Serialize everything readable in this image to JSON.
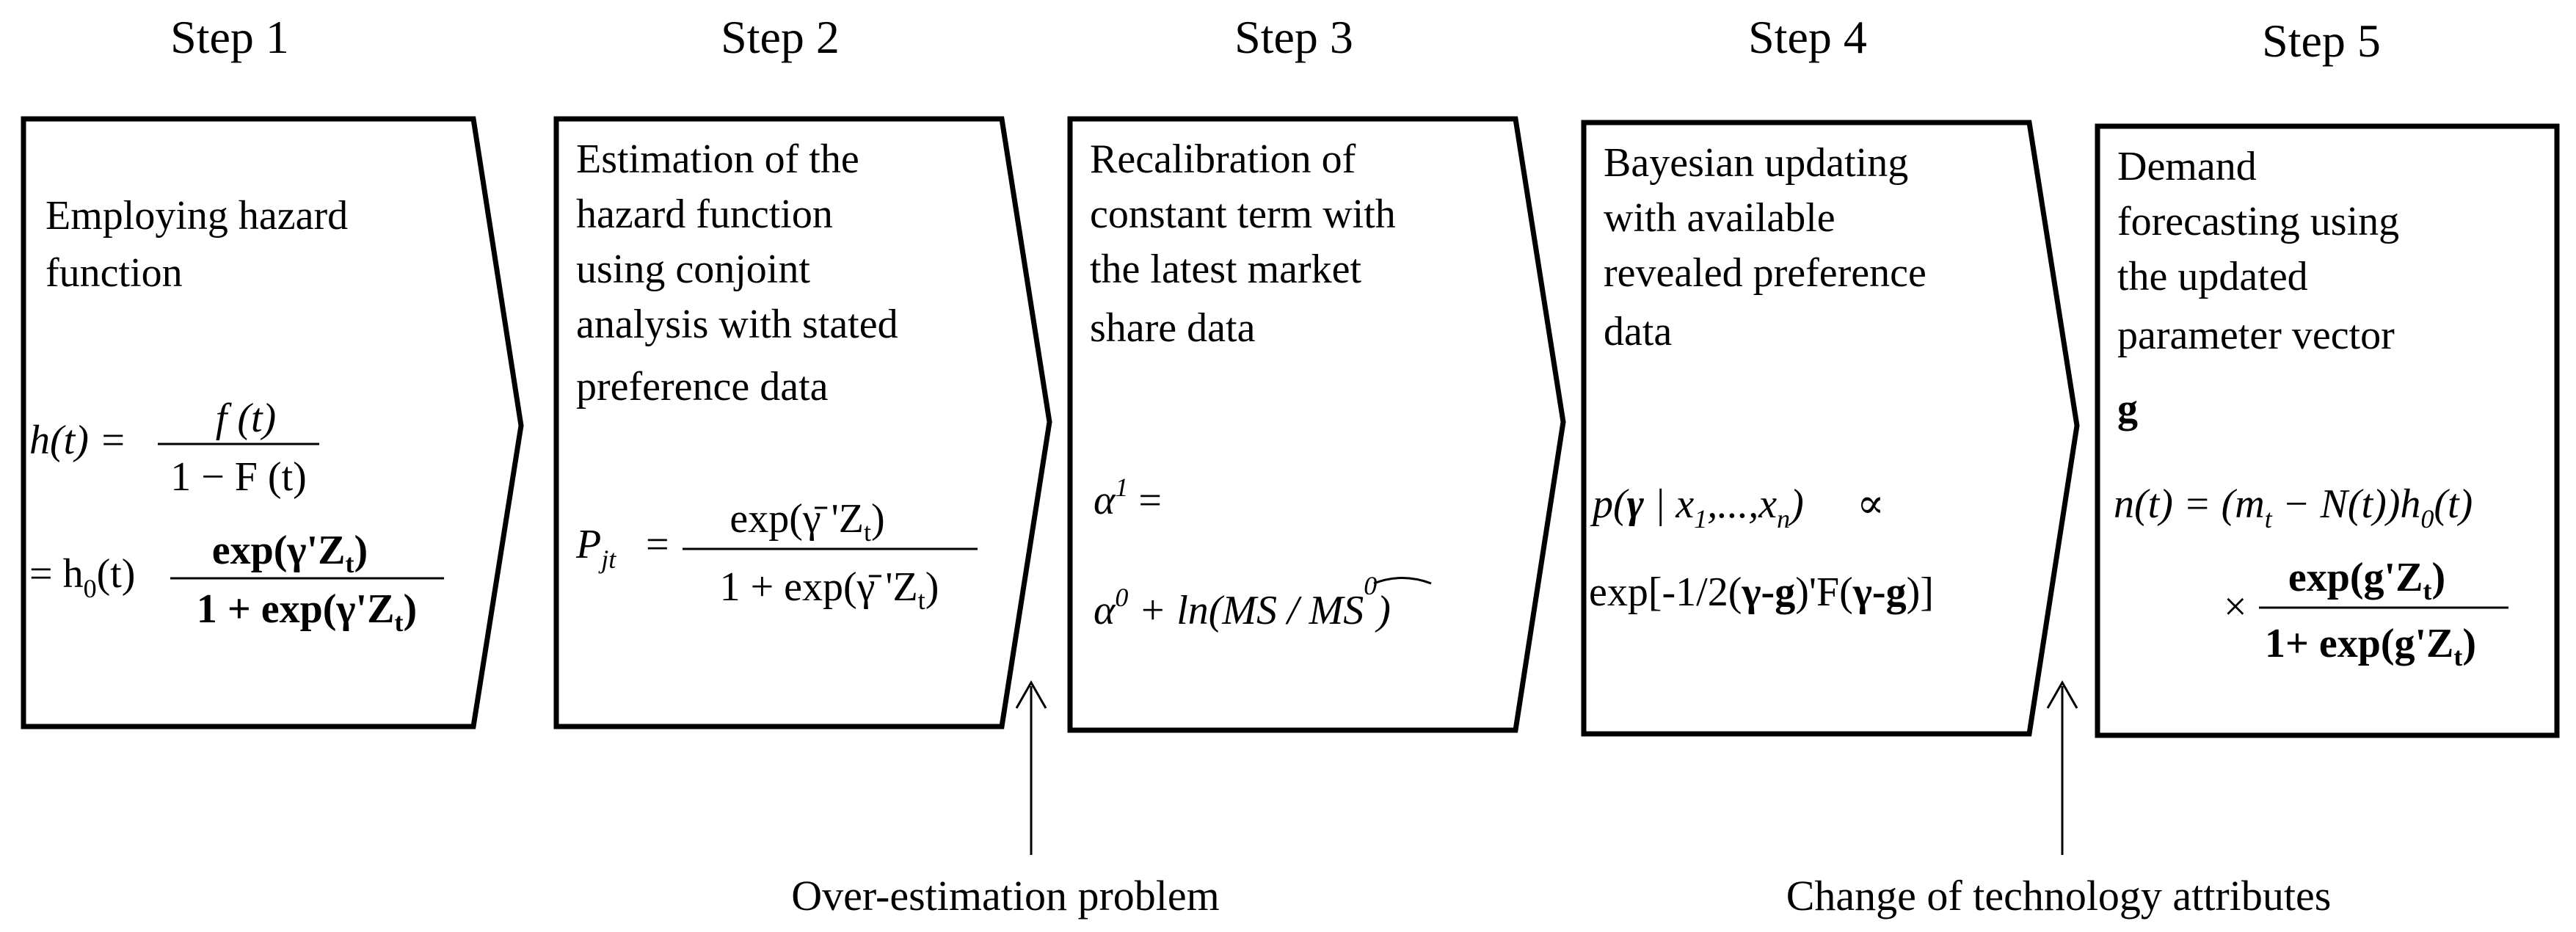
{
  "steps": [
    {
      "title": "Step 1",
      "lines": [
        "Employing hazard",
        "function"
      ],
      "formula": {
        "line1_lhs": "h(t) =",
        "line1_num": "f (t)",
        "line1_den": "1 − F (t)",
        "line2_lhs": "= h",
        "line2_sub": "0",
        "line2_mid": "(t)",
        "line2_num": "exp(γ'Z",
        "line2_num_sub": "t",
        "line2_num_end": ")",
        "line2_den": "1 + exp(γ'Z",
        "line2_den_sub": "t",
        "line2_den_end": ")"
      }
    },
    {
      "title": "Step 2",
      "lines": [
        "Estimation of the",
        "hazard function",
        "using conjoint",
        "analysis with stated",
        "preference data"
      ],
      "formula": {
        "lhs": "P",
        "lhs_sub": "jt",
        "eq": "=",
        "num": "exp(γ̄ 'Z",
        "num_sub": "t",
        "num_end": ")",
        "den": "1 + exp(γ̄ 'Z",
        "den_sub": "t",
        "den_end": ")"
      }
    },
    {
      "title": "Step 3",
      "lines": [
        "Recalibration of",
        "constant term with",
        "the latest market",
        "share data"
      ],
      "formula": {
        "line1": "α",
        "line1_sup": "1",
        "line1_end": " =",
        "line2_a": "α",
        "line2_sup": "0",
        "line2_b": " + ln(MS / ",
        "line2_hat": "MS",
        "line2_hat_sup": "0",
        "line2_end": ")"
      }
    },
    {
      "title": "Step 4",
      "lines": [
        "Bayesian updating",
        "with available",
        "revealed preference",
        "data"
      ],
      "formula": {
        "line1_a": "p(",
        "line1_gamma": "γ",
        "line1_b": " | x",
        "line1_sub1": "1",
        "line1_c": ",...,x",
        "line1_subn": "n",
        "line1_d": ")",
        "line1_prop": "∝",
        "line2_a": "exp[-1/2(",
        "line2_g1": "γ-g",
        "line2_b": ")'F(",
        "line2_g2": "γ-g",
        "line2_c": ")]"
      }
    },
    {
      "title": "Step 5",
      "lines": [
        "Demand",
        "forecasting using",
        "the updated",
        "parameter vector"
      ],
      "bold_g": "g",
      "formula": {
        "line1_a": "n(t) = (m",
        "line1_sub_t": "t",
        "line1_b": " − N(t))h",
        "line1_sub_0": "0",
        "line1_c": "(t)",
        "times": "×",
        "num": "exp(g'Z",
        "num_sub": "t",
        "num_end": ")",
        "den": "1+ exp(g'Z",
        "den_sub": "t",
        "den_end": ")"
      }
    }
  ],
  "callouts": [
    {
      "label": "Over-estimation problem"
    },
    {
      "label": "Change of technology attributes"
    }
  ]
}
